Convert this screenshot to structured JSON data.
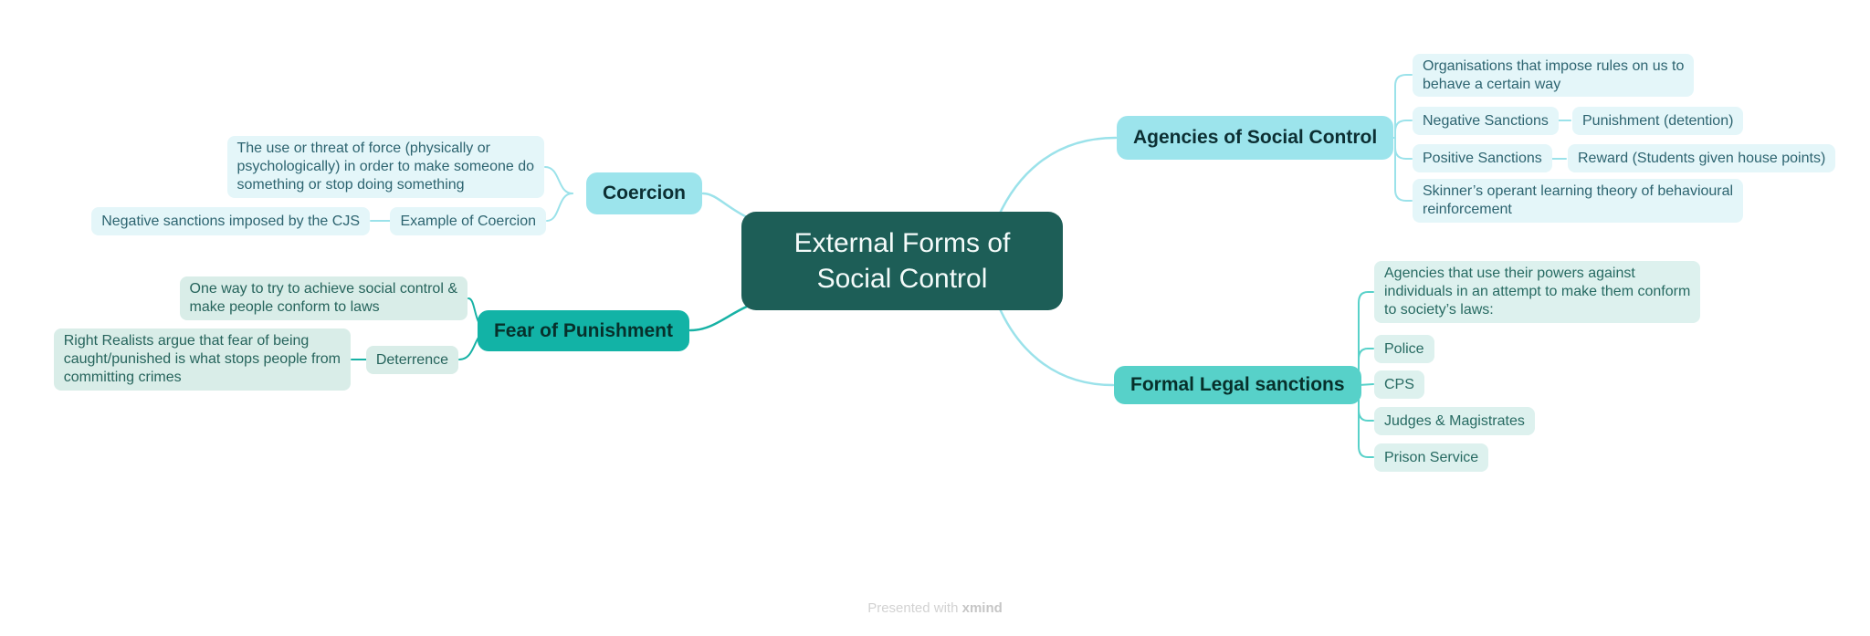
{
  "title": "External Forms of Social Control",
  "central": {
    "label": "External Forms of\nSocial Control"
  },
  "branches": {
    "coercion": {
      "label": "Coercion",
      "definition": "The use or threat of force (physically or\npsychologically) in order to make someone do\nsomething or stop doing something",
      "example_label": "Example of Coercion",
      "example_detail": "Negative sanctions imposed by the CJS"
    },
    "fear": {
      "label": "Fear of Punishment",
      "definition": "One way to try to achieve social control &\nmake people conform to laws",
      "deterrence_label": "Deterrence",
      "deterrence_detail": "Right Realists argue that fear of being\ncaught/punished is what stops people from\ncommitting crimes"
    },
    "agencies": {
      "label": "Agencies of Social Control",
      "definition": "Organisations that impose rules on us to\nbehave a certain way",
      "negative_label": "Negative Sanctions",
      "negative_detail": "Punishment (detention)",
      "positive_label": "Positive Sanctions",
      "positive_detail": "Reward (Students given house points)",
      "skinner": "Skinner’s operant learning theory of behavioural\nreinforcement"
    },
    "formal": {
      "label": "Formal Legal sanctions",
      "definition": "Agencies that use their powers against\nindividuals in an attempt to make them conform\nto society’s laws:",
      "items": [
        "Police",
        "CPS",
        "Judges & Magistrates",
        "Prison Service"
      ]
    }
  },
  "footer": {
    "text": "Presented with",
    "brand": "xmind"
  },
  "colors": {
    "central_bg": "#1d5e57",
    "central_text": "#f4fbfa",
    "branch_cyan_bg": "#9ce4ec",
    "branch_teal_bg": "#12b3a6",
    "branch_turquoise_bg": "#57d1c9",
    "child_cyan_bg": "#e4f6f9",
    "child_mint_bg": "#d9ede8",
    "child_mint2_bg": "#ddf1ee",
    "connector_cyan": "#9be2ea",
    "connector_teal": "#17b2a5",
    "connector_turquoise": "#58d1c9",
    "footer_text_color": "#d2d2d2"
  }
}
